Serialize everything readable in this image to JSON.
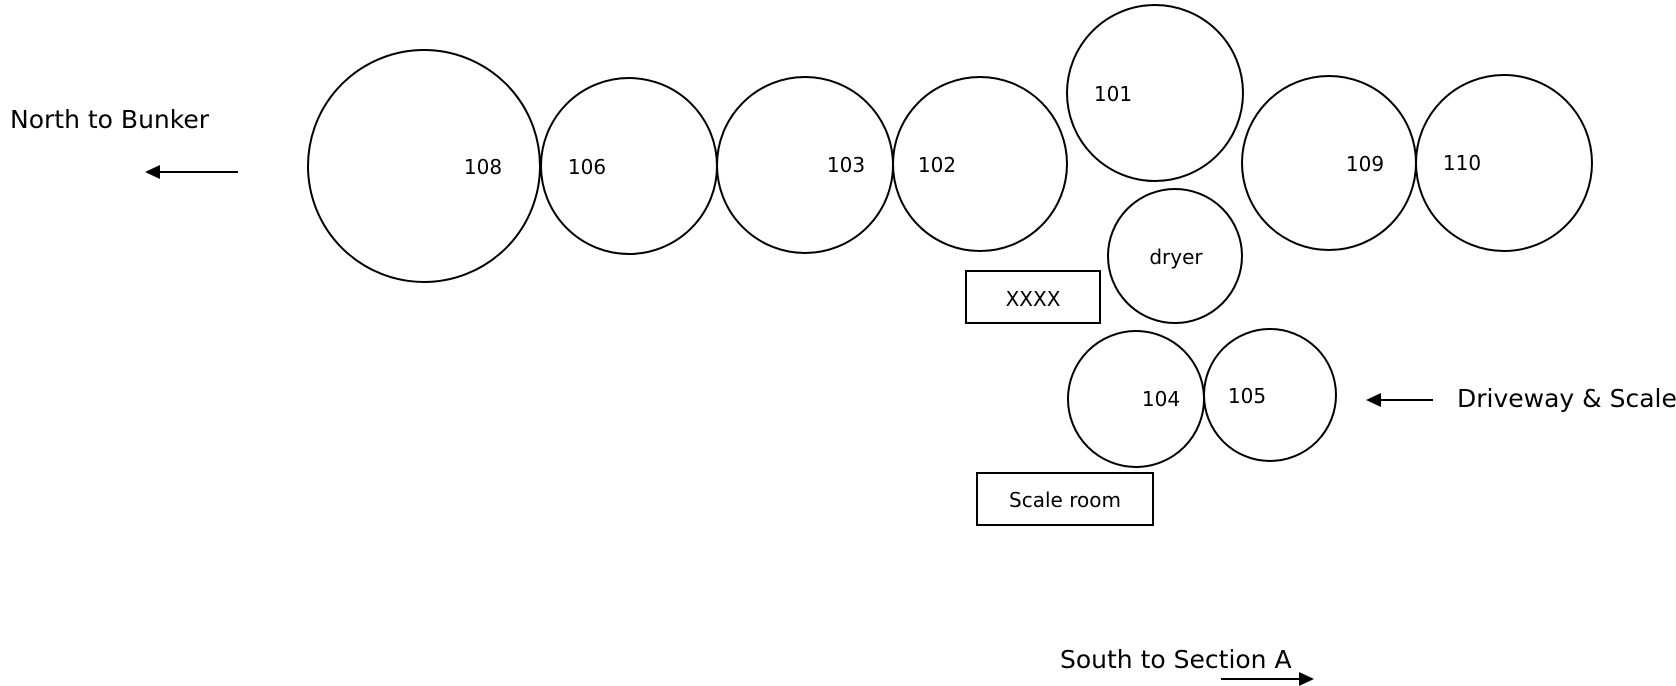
{
  "bins": [
    {
      "label": "108"
    },
    {
      "label": "106"
    },
    {
      "label": "103"
    },
    {
      "label": "102"
    },
    {
      "label": "101"
    },
    {
      "label": "dryer"
    },
    {
      "label": "109"
    },
    {
      "label": "110"
    },
    {
      "label": "104"
    },
    {
      "label": "105"
    }
  ],
  "boxes": [
    {
      "label": "XXXX"
    },
    {
      "label": "Scale room"
    }
  ],
  "directions": {
    "north": "North to Bunker",
    "driveway": "Driveway & Scale",
    "south": "South to Section A"
  }
}
